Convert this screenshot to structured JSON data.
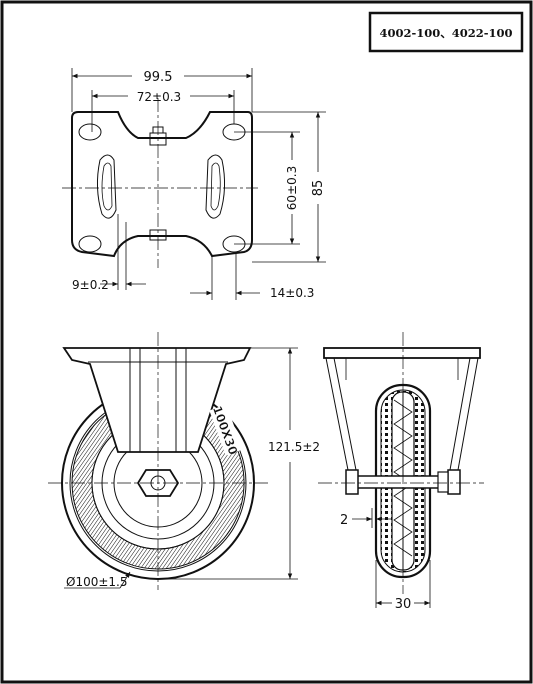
{
  "title_block": {
    "model": "4002-100、4022-100"
  },
  "top_view": {
    "overall_width": "99.5",
    "hole_spacing_x": "72±0.3",
    "hole_spacing_y": "60±0.3",
    "overall_height": "85",
    "slot_width": "9±0.2",
    "edge_offset": "14±0.3"
  },
  "front_view": {
    "total_height": "121.5±2",
    "wheel_diameter": "Ø100±1.5",
    "wheel_marking": "100X30"
  },
  "side_view": {
    "offset": "2",
    "wheel_width": "30"
  }
}
